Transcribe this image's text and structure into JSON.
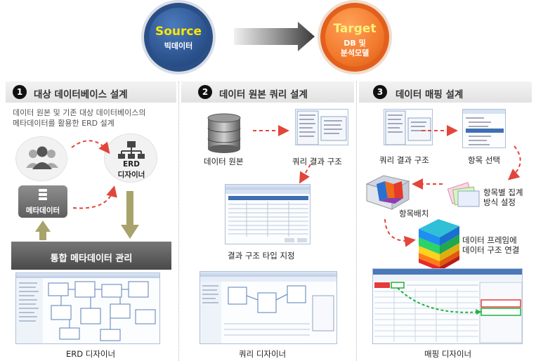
{
  "header": {
    "source": {
      "title": "Source",
      "subtitle": "빅데이터"
    },
    "target": {
      "title": "Target",
      "subtitle_line1": "DB 및",
      "subtitle_line2": "분석모델"
    }
  },
  "sections": [
    {
      "number": "1",
      "title": "대상 데이터베이스 설계"
    },
    {
      "number": "2",
      "title": "데이터 원본 쿼리 설계"
    },
    {
      "number": "3",
      "title": "데이터 매핑 설계"
    }
  ],
  "section1": {
    "description_line1": "데이터 원본 및 기존 대상 데이터베이스의",
    "description_line2": "메타데이터를 활용한 ERD 설계",
    "erd_line1": "ERD",
    "erd_line2": "디자이너",
    "metadata_label": "메타데이터",
    "management_bar": "통합 메타데이터 관리",
    "caption": "ERD 디자이너"
  },
  "section2": {
    "data_source": "데이터 원본",
    "query_result_structure": "쿼리 결과 구조",
    "result_type": "결과 구조 타입 지정",
    "caption": "쿼리 디자이너"
  },
  "section3": {
    "query_result_structure": "쿼리 결과 구조",
    "item_select": "항목 선택",
    "aggregate_line1": "항목별 집계",
    "aggregate_line2": "방식 설정",
    "item_place": "항목배치",
    "frame_line1": "데이터 프레임에",
    "frame_line2": "데이터 구조 연결",
    "caption": "매핑 디자이너"
  },
  "colors": {
    "source_blue": "#2d5590",
    "target_orange": "#f27a2c",
    "arrow_red": "#e2463a",
    "arrow_olive": "#a8a36a",
    "section_number": "#111111"
  }
}
